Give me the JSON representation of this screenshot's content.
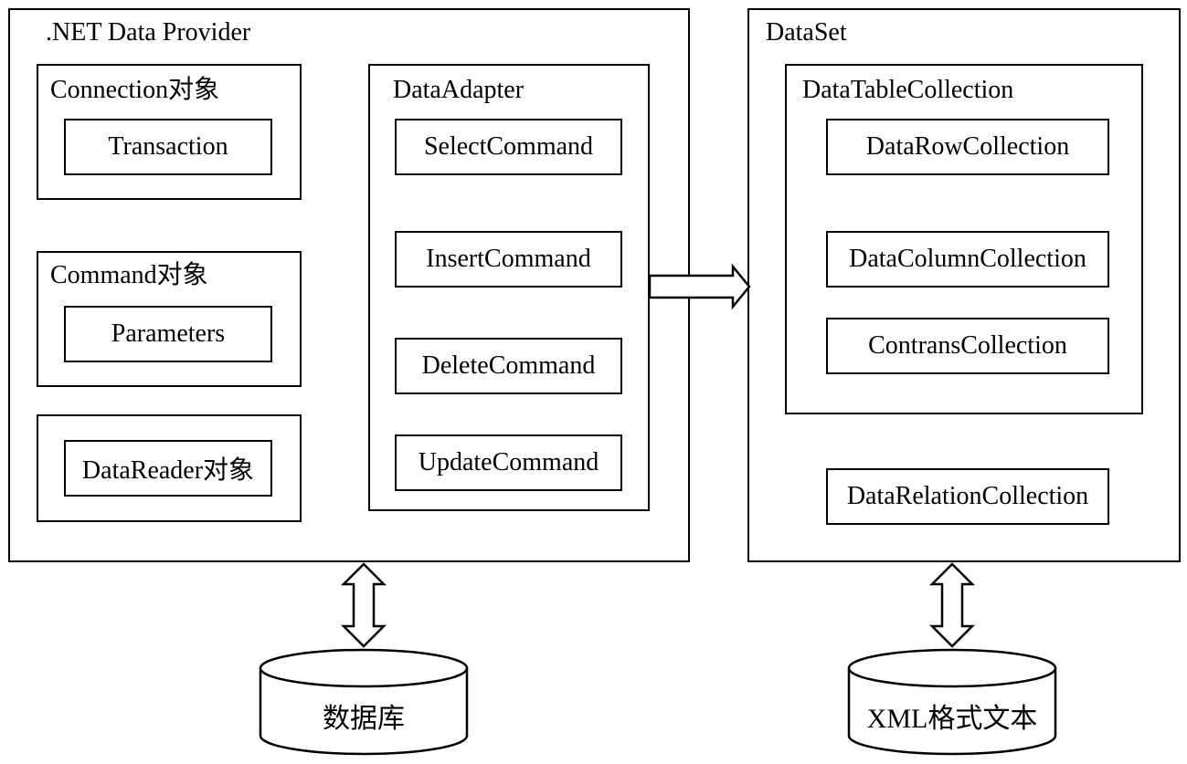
{
  "provider": {
    "title": ".NET Data Provider",
    "connection": {
      "title": "Connection对象",
      "child": "Transaction"
    },
    "command": {
      "title": "Command对象",
      "child": "Parameters"
    },
    "datareader": {
      "label": "DataReader对象"
    },
    "adapter": {
      "title": "DataAdapter",
      "commands": [
        "SelectCommand",
        "InsertCommand",
        "DeleteCommand",
        "UpdateCommand"
      ]
    }
  },
  "dataset": {
    "title": "DataSet",
    "tables": {
      "title": "DataTableCollection",
      "items": [
        "DataRowCollection",
        "DataColumnCollection",
        "ContransCollection"
      ]
    },
    "relations": "DataRelationCollection"
  },
  "database": {
    "label": "数据库"
  },
  "xml": {
    "label": "XML格式文本"
  }
}
